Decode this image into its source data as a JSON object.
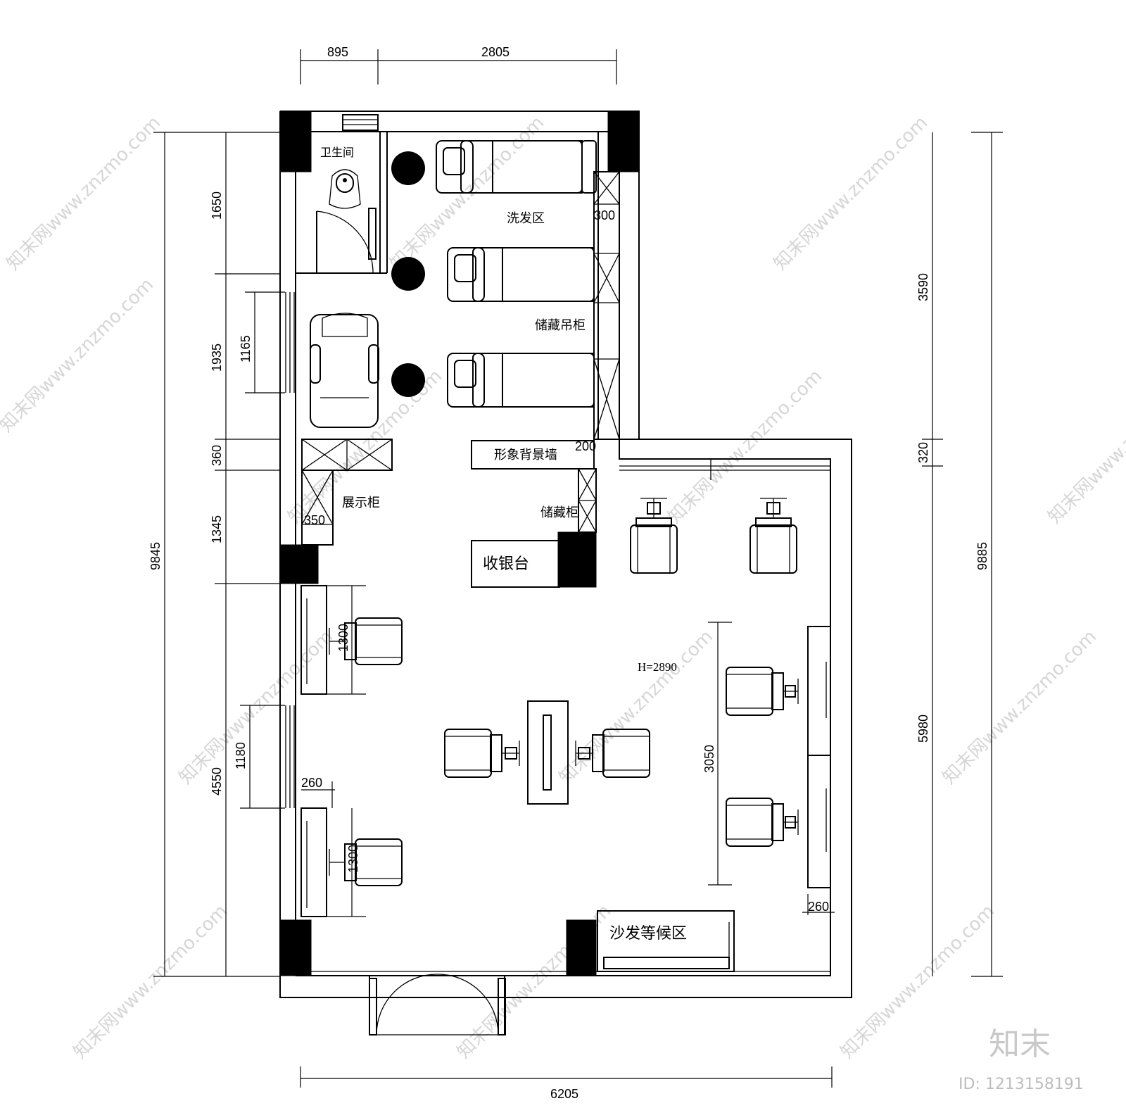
{
  "rooms": {
    "toilet": "卫生间",
    "wash_area": "洗发区",
    "hanging_cabinet": "储藏吊柜",
    "image_wall": "形象背景墙",
    "display_cabinet": "展示柜",
    "storage_cabinet": "储藏柜",
    "cashier": "收银台",
    "sofa_waiting": "沙发等候区",
    "ceiling_height": "H=2890"
  },
  "dimensions": {
    "top_left": "895",
    "top_right": "2805",
    "bottom_total": "6205",
    "left_total": "9845",
    "left_a": "1650",
    "left_b": "1935",
    "left_c": "360",
    "left_d": "1345",
    "left_e": "4550",
    "window_1": "1165",
    "window_2": "1180",
    "right_total": "9885",
    "right_a": "3590",
    "right_b": "320",
    "right_c": "5980",
    "shelf_300": "300",
    "shelf_200": "200",
    "shelf_350": "350",
    "station_1": "1300",
    "station_2": "1300",
    "depth_260_left": "260",
    "depth_260_right": "260",
    "stations_span": "3050"
  },
  "watermark": {
    "text": "知末网www.znzmo.com",
    "brand": "知末",
    "id": "ID: 1213158191"
  }
}
